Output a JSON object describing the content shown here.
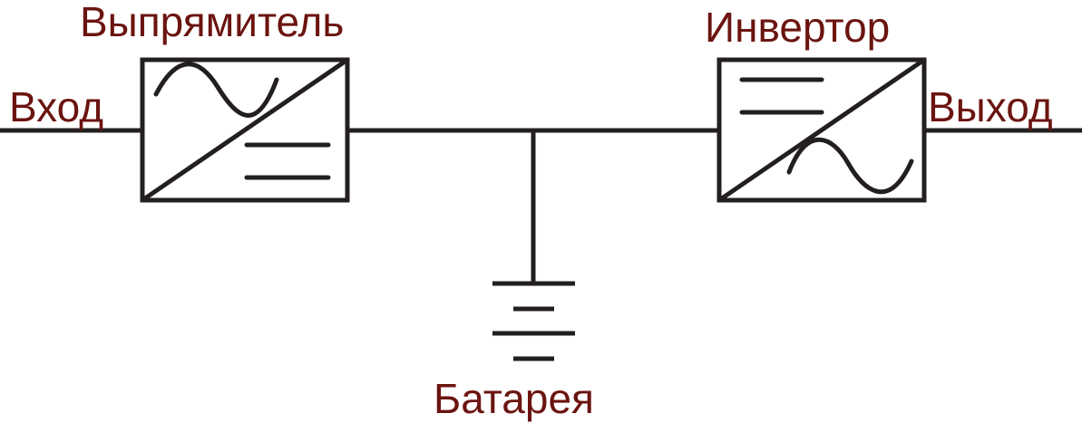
{
  "colors": {
    "label": "#6b1410",
    "line": "#231f20",
    "background": "#ffffff"
  },
  "labels": {
    "input": "Вход",
    "rectifier": "Выпрямитель",
    "inverter": "Инвертор",
    "output": "Выход",
    "battery": "Батарея"
  },
  "blocks": [
    {
      "name": "rectifier",
      "input_symbol": "ac-sine",
      "output_symbol": "dc-lines"
    },
    {
      "name": "inverter",
      "input_symbol": "dc-lines",
      "output_symbol": "ac-sine"
    }
  ]
}
